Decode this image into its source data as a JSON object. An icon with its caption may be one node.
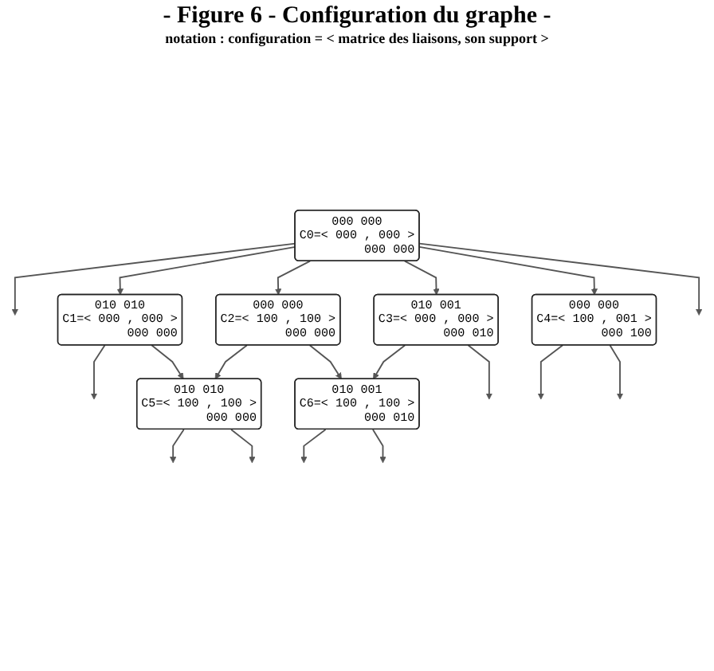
{
  "diagram": {
    "title": "- Figure 6 - Configuration du graphe -",
    "nodes": [
      {
        "text": [
          "000 000",
          "C0=< 000 , 000 >",
          "000 000"
        ]
      },
      {
        "text": [
          "010 010",
          "C1=< 000 , 000 >",
          "000 000"
        ]
      },
      {
        "text": [
          "000 000",
          "C2=< 100 , 100 >",
          "000 000"
        ]
      },
      {
        "text": [
          "010 001",
          "C3=< 000 , 000 >",
          "000 010"
        ]
      },
      {
        "text": [
          "000 000",
          "C4=< 100 , 001 >",
          "000 100"
        ]
      },
      {
        "text": [
          "010 010",
          "C5=< 100 , 100 >",
          "000 000"
        ]
      },
      {
        "text": [
          "010 001",
          "C6=< 100 , 100 >",
          "000 010"
        ]
      }
    ],
    "edges": [
      {
        "from": 0,
        "to": null,
        "arrow": "to"
      },
      {
        "from": 0,
        "to": 1,
        "arrow": "to"
      },
      {
        "from": 0,
        "to": 2,
        "arrow": "to"
      },
      {
        "from": 0,
        "to": 3,
        "arrow": "to"
      },
      {
        "from": 0,
        "to": 4,
        "arrow": "to"
      },
      {
        "from": 0,
        "to": null,
        "arrow": "to"
      },
      {
        "from": 1,
        "to": null,
        "arrow": "to"
      },
      {
        "from": 1,
        "to": 5,
        "arrow": "to"
      },
      {
        "from": 2,
        "to": 5,
        "arrow": "to"
      },
      {
        "from": 2,
        "to": 6,
        "arrow": "to"
      },
      {
        "from": 3,
        "to": 6,
        "arrow": "to"
      },
      {
        "from": 3,
        "to": null,
        "arrow": "to"
      },
      {
        "from": 4,
        "to": null,
        "arrow": "to"
      },
      {
        "from": 4,
        "to": null,
        "arrow": "to"
      },
      {
        "from": 5,
        "to": null,
        "arrow": "to"
      },
      {
        "from": 5,
        "to": null,
        "arrow": "to"
      },
      {
        "from": 6,
        "to": null,
        "arrow": "to"
      },
      {
        "from": 6,
        "to": null,
        "arrow": "to"
      }
    ],
    "labels": [
      "notation : configuration = < matrice des liaisons, son support >"
    ]
  }
}
